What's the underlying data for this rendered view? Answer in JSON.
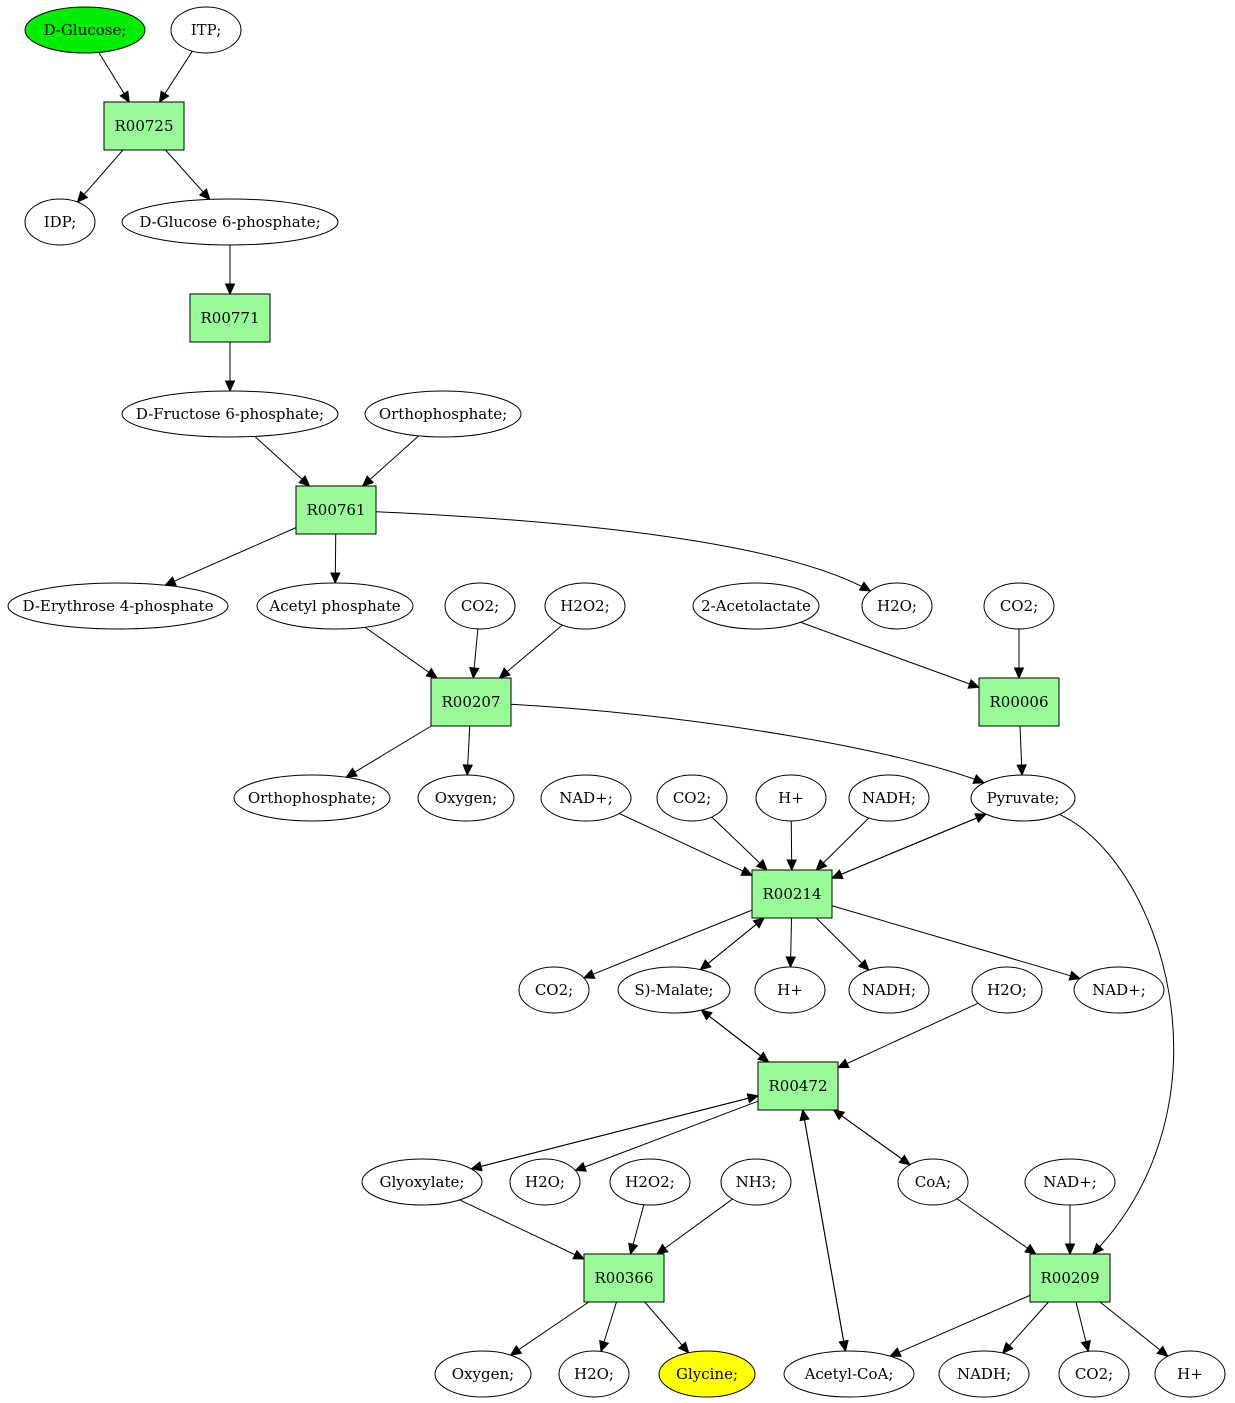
{
  "colors": {
    "reaction_fill": "#98fb98",
    "start_fill": "#00ee00",
    "target_fill": "#ffff00",
    "compound_fill": "#ffffff",
    "stroke": "#000000"
  },
  "nodes": [
    {
      "id": "n_glucose",
      "label": "D-Glucose;",
      "kind": "start"
    },
    {
      "id": "n_itp",
      "label": "ITP;",
      "kind": "compound"
    },
    {
      "id": "r00725",
      "label": "R00725",
      "kind": "reaction"
    },
    {
      "id": "n_idp",
      "label": "IDP;",
      "kind": "compound"
    },
    {
      "id": "n_g6p",
      "label": "D-Glucose 6-phosphate;",
      "kind": "compound"
    },
    {
      "id": "r00771",
      "label": "R00771",
      "kind": "reaction"
    },
    {
      "id": "n_f6p",
      "label": "D-Fructose 6-phosphate;",
      "kind": "compound"
    },
    {
      "id": "n_pi1",
      "label": "Orthophosphate;",
      "kind": "compound"
    },
    {
      "id": "r00761",
      "label": "R00761",
      "kind": "reaction"
    },
    {
      "id": "n_e4p",
      "label": "D-Erythrose 4-phosphate",
      "kind": "compound"
    },
    {
      "id": "n_acp",
      "label": "Acetyl phosphate",
      "kind": "compound"
    },
    {
      "id": "n_co2a",
      "label": "CO2;",
      "kind": "compound"
    },
    {
      "id": "n_h2o2a",
      "label": "H2O2;",
      "kind": "compound"
    },
    {
      "id": "n_acl",
      "label": "2-Acetolactate",
      "kind": "compound"
    },
    {
      "id": "n_h2oa",
      "label": "H2O;",
      "kind": "compound"
    },
    {
      "id": "n_co2b",
      "label": "CO2;",
      "kind": "compound"
    },
    {
      "id": "r00207",
      "label": "R00207",
      "kind": "reaction"
    },
    {
      "id": "r00006",
      "label": "R00006",
      "kind": "reaction"
    },
    {
      "id": "n_pi2",
      "label": "Orthophosphate;",
      "kind": "compound"
    },
    {
      "id": "n_o2a",
      "label": "Oxygen;",
      "kind": "compound"
    },
    {
      "id": "n_nad1",
      "label": "NAD+;",
      "kind": "compound"
    },
    {
      "id": "n_co2c",
      "label": "CO2;",
      "kind": "compound"
    },
    {
      "id": "n_h1",
      "label": "H+",
      "kind": "compound"
    },
    {
      "id": "n_nadh1",
      "label": "NADH;",
      "kind": "compound"
    },
    {
      "id": "n_pyr",
      "label": "Pyruvate;",
      "kind": "compound"
    },
    {
      "id": "r00214",
      "label": "R00214",
      "kind": "reaction"
    },
    {
      "id": "n_co2d",
      "label": "CO2;",
      "kind": "compound"
    },
    {
      "id": "n_mal",
      "label": "S)-Malate;",
      "kind": "compound"
    },
    {
      "id": "n_h2",
      "label": "H+",
      "kind": "compound"
    },
    {
      "id": "n_nadh2",
      "label": "NADH;",
      "kind": "compound"
    },
    {
      "id": "n_h2ob",
      "label": "H2O;",
      "kind": "compound"
    },
    {
      "id": "n_nad2",
      "label": "NAD+;",
      "kind": "compound"
    },
    {
      "id": "r00472",
      "label": "R00472",
      "kind": "reaction"
    },
    {
      "id": "n_glx",
      "label": "Glyoxylate;",
      "kind": "compound"
    },
    {
      "id": "n_h2oc",
      "label": "H2O;",
      "kind": "compound"
    },
    {
      "id": "n_h2o2b",
      "label": "H2O2;",
      "kind": "compound"
    },
    {
      "id": "n_nh3",
      "label": "NH3;",
      "kind": "compound"
    },
    {
      "id": "n_coa",
      "label": "CoA;",
      "kind": "compound"
    },
    {
      "id": "n_nad3",
      "label": "NAD+;",
      "kind": "compound"
    },
    {
      "id": "r00366",
      "label": "R00366",
      "kind": "reaction"
    },
    {
      "id": "r00209",
      "label": "R00209",
      "kind": "reaction"
    },
    {
      "id": "n_o2b",
      "label": "Oxygen;",
      "kind": "compound"
    },
    {
      "id": "n_h2od",
      "label": "H2O;",
      "kind": "compound"
    },
    {
      "id": "n_gly",
      "label": "Glycine;",
      "kind": "target"
    },
    {
      "id": "n_accoa",
      "label": "Acetyl-CoA;",
      "kind": "compound"
    },
    {
      "id": "n_nadh3",
      "label": "NADH;",
      "kind": "compound"
    },
    {
      "id": "n_co2e",
      "label": "CO2;",
      "kind": "compound"
    },
    {
      "id": "n_h3",
      "label": "H+",
      "kind": "compound"
    }
  ],
  "edges": [
    {
      "from": "n_glucose",
      "to": "r00725"
    },
    {
      "from": "n_itp",
      "to": "r00725"
    },
    {
      "from": "r00725",
      "to": "n_idp"
    },
    {
      "from": "r00725",
      "to": "n_g6p"
    },
    {
      "from": "n_g6p",
      "to": "r00771"
    },
    {
      "from": "r00771",
      "to": "n_f6p"
    },
    {
      "from": "n_f6p",
      "to": "r00761"
    },
    {
      "from": "n_pi1",
      "to": "r00761"
    },
    {
      "from": "r00761",
      "to": "n_e4p"
    },
    {
      "from": "r00761",
      "to": "n_acp"
    },
    {
      "from": "r00761",
      "to": "n_h2oa"
    },
    {
      "from": "n_acp",
      "to": "r00207"
    },
    {
      "from": "n_co2a",
      "to": "r00207"
    },
    {
      "from": "n_h2o2a",
      "to": "r00207"
    },
    {
      "from": "r00207",
      "to": "n_pi2"
    },
    {
      "from": "r00207",
      "to": "n_o2a"
    },
    {
      "from": "r00207",
      "to": "n_pyr"
    },
    {
      "from": "n_acl",
      "to": "r00006"
    },
    {
      "from": "n_co2b",
      "to": "r00006"
    },
    {
      "from": "r00006",
      "to": "n_pyr"
    },
    {
      "from": "n_nad1",
      "to": "r00214"
    },
    {
      "from": "n_co2c",
      "to": "r00214"
    },
    {
      "from": "n_h1",
      "to": "r00214"
    },
    {
      "from": "n_nadh1",
      "to": "r00214"
    },
    {
      "from": "n_pyr",
      "to": "r00214"
    },
    {
      "from": "r00214",
      "to": "n_pyr"
    },
    {
      "from": "r00214",
      "to": "n_co2d"
    },
    {
      "from": "r00214",
      "to": "n_mal"
    },
    {
      "from": "n_mal",
      "to": "r00214"
    },
    {
      "from": "r00214",
      "to": "n_h2"
    },
    {
      "from": "r00214",
      "to": "n_nadh2"
    },
    {
      "from": "r00214",
      "to": "n_nad2"
    },
    {
      "from": "n_mal",
      "to": "r00472"
    },
    {
      "from": "r00472",
      "to": "n_mal"
    },
    {
      "from": "n_h2ob",
      "to": "r00472"
    },
    {
      "from": "n_glx",
      "to": "r00472"
    },
    {
      "from": "r00472",
      "to": "n_glx"
    },
    {
      "from": "r00472",
      "to": "n_h2oc"
    },
    {
      "from": "r00472",
      "to": "n_coa"
    },
    {
      "from": "n_coa",
      "to": "r00472"
    },
    {
      "from": "r00472",
      "to": "n_accoa"
    },
    {
      "from": "n_accoa",
      "to": "r00472"
    },
    {
      "from": "n_glx",
      "to": "r00366"
    },
    {
      "from": "n_h2o2b",
      "to": "r00366"
    },
    {
      "from": "n_nh3",
      "to": "r00366"
    },
    {
      "from": "r00366",
      "to": "n_o2b"
    },
    {
      "from": "r00366",
      "to": "n_h2od"
    },
    {
      "from": "r00366",
      "to": "n_gly"
    },
    {
      "from": "n_coa",
      "to": "r00209"
    },
    {
      "from": "n_nad3",
      "to": "r00209"
    },
    {
      "from": "n_pyr",
      "to": "r00209"
    },
    {
      "from": "r00209",
      "to": "n_accoa"
    },
    {
      "from": "r00209",
      "to": "n_nadh3"
    },
    {
      "from": "r00209",
      "to": "n_co2e"
    },
    {
      "from": "r00209",
      "to": "n_h3"
    }
  ]
}
